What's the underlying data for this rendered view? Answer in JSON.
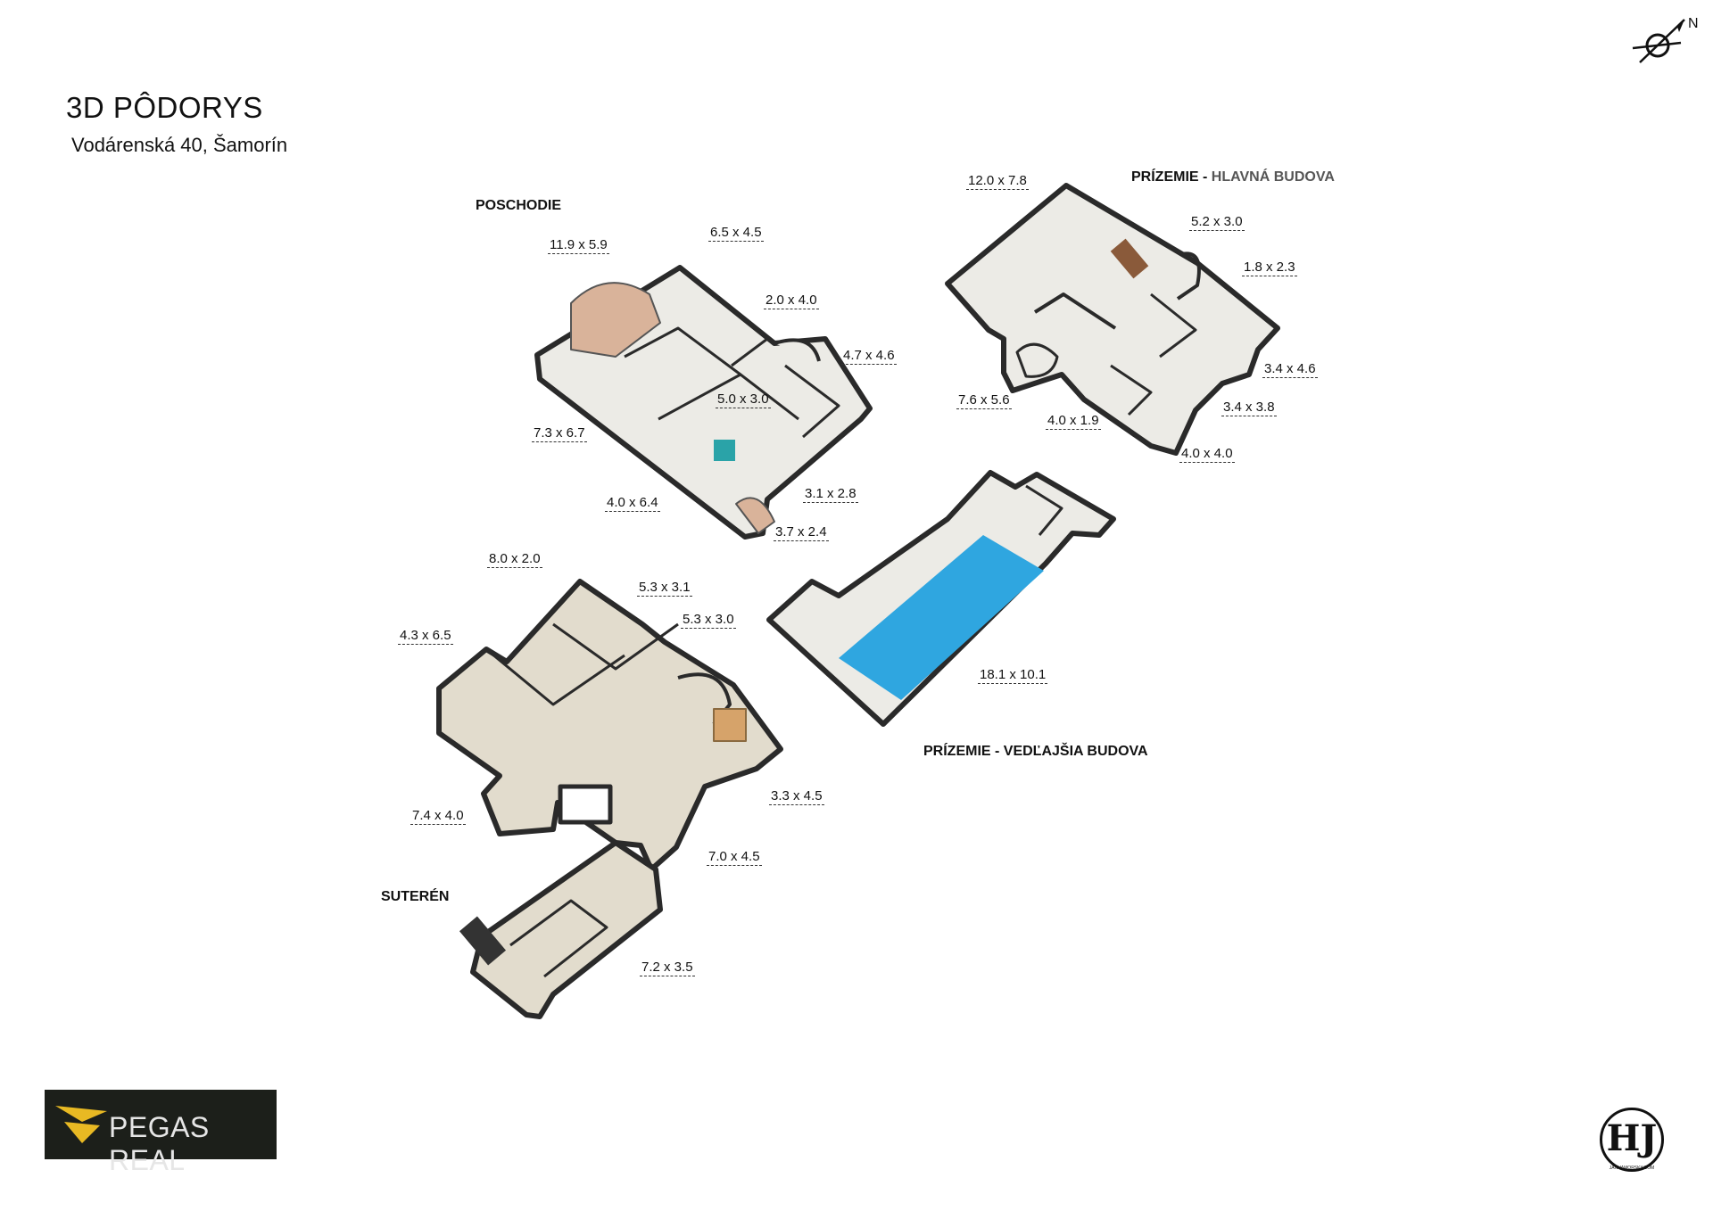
{
  "header": {
    "title": "3D PÔDORYS",
    "address": "Vodárenská 40, Šamorín"
  },
  "sections": {
    "poschodie": "POSCHODIE",
    "prizemie_hlavna_prefix": "PRÍZEMIE -",
    "prizemie_hlavna_suffix": "HLAVNÁ BUDOVA",
    "prizemie_vedlajsia": "PRÍZEMIE - VEDĽAJŠIA BUDOVA",
    "suteren": "SUTERÉN"
  },
  "rooms": {
    "poschodie": [
      "11.9 x 5.9",
      "6.5 x 4.5",
      "2.0 x 4.0",
      "4.7 x 4.6",
      "5.0 x 3.0",
      "7.3 x 6.7",
      "4.0 x 6.4",
      "3.1 x 2.8",
      "3.7 x 2.4"
    ],
    "prizemie_hlavna": [
      "12.0 x 7.8",
      "5.2 x 3.0",
      "1.8 x 2.3",
      "3.4 x 4.6",
      "3.4 x 3.8",
      "4.0 x 4.0",
      "4.0 x 1.9",
      "7.6 x 5.6"
    ],
    "prizemie_vedlajsia": [
      "18.1 x 10.1"
    ],
    "suteren": [
      "8.0 x 2.0",
      "5.3 x 3.1",
      "5.3 x 3.0",
      "4.3 x 6.5",
      "3.3 x 4.5",
      "7.4 x 4.0",
      "7.0 x 4.5",
      "7.2 x 3.5"
    ]
  },
  "compass": {
    "label": "N"
  },
  "logo": {
    "text": "PEGAS REAL"
  },
  "watermark": {
    "initials": "HJ",
    "small": "JANHAMORSKY.COM"
  },
  "colors": {
    "pool": "#2fa6e0",
    "floor": "#ecebe6",
    "basement_floor": "#e2dccd",
    "wall": "#2a2a2a"
  }
}
